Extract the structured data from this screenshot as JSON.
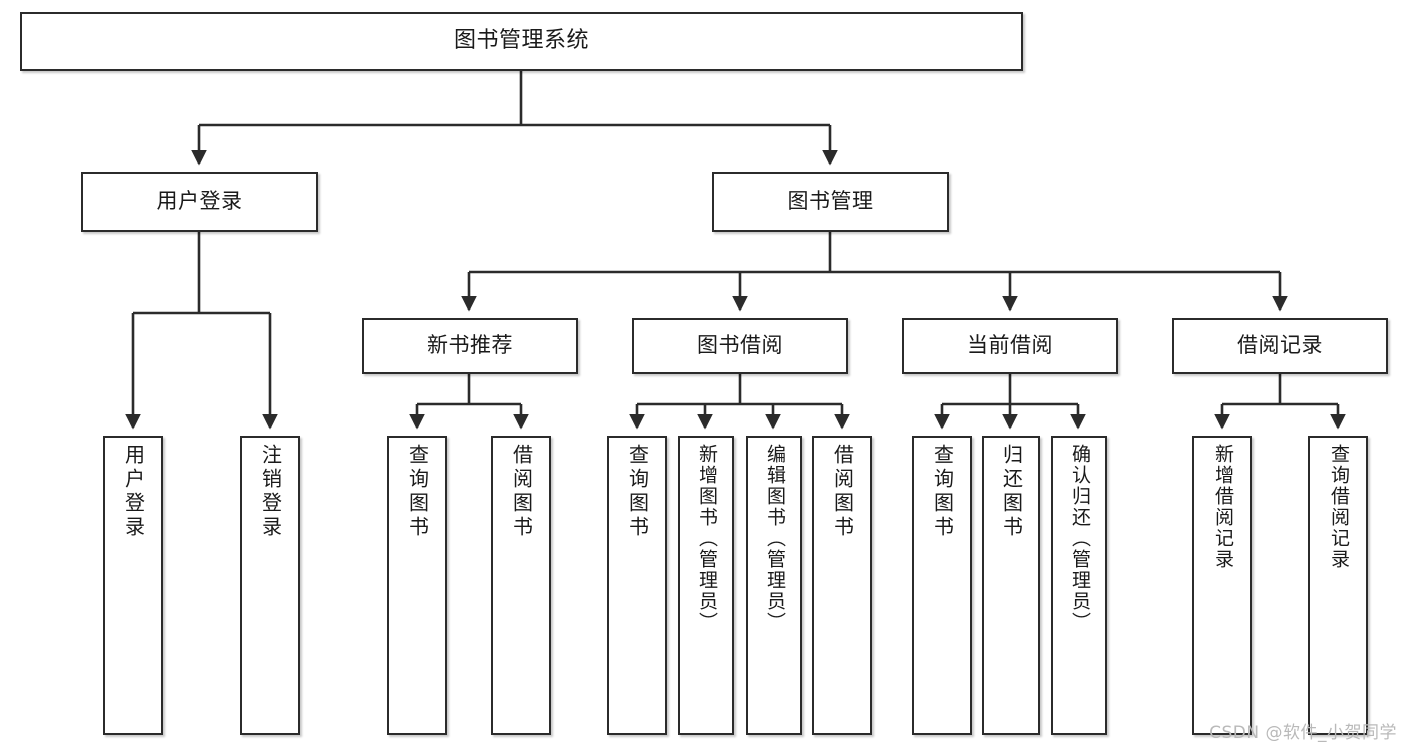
{
  "diagram": {
    "type": "tree",
    "title": "图书管理系统",
    "colors": {
      "box_border": "#2b2b2b",
      "box_fill": "#ffffff",
      "connector": "#2b2b2b",
      "text": "#1a1a1a",
      "watermark": "#b9b9b9",
      "background": "#ffffff"
    },
    "root": {
      "label": "图书管理系统"
    },
    "level2": [
      {
        "id": "user-login",
        "label": "用户登录"
      },
      {
        "id": "book-manage",
        "label": "图书管理"
      }
    ],
    "level3": [
      {
        "id": "new-book-rec",
        "label": "新书推荐"
      },
      {
        "id": "book-borrow",
        "label": "图书借阅"
      },
      {
        "id": "current-borrow",
        "label": "当前借阅"
      },
      {
        "id": "borrow-record",
        "label": "借阅记录"
      }
    ],
    "leaves": [
      {
        "id": "leaf-user-login",
        "parent": "user-login",
        "label": "用户登录"
      },
      {
        "id": "leaf-user-logout",
        "parent": "user-login",
        "label": "注销登录"
      },
      {
        "id": "leaf-query-book-1",
        "parent": "new-book-rec",
        "label": "查询图书"
      },
      {
        "id": "leaf-borrow-book-1",
        "parent": "new-book-rec",
        "label": "借阅图书"
      },
      {
        "id": "leaf-query-book-2",
        "parent": "book-borrow",
        "label": "查询图书"
      },
      {
        "id": "leaf-add-book",
        "parent": "book-borrow",
        "label": "新增图书（管理员）"
      },
      {
        "id": "leaf-edit-book",
        "parent": "book-borrow",
        "label": "编辑图书（管理员）"
      },
      {
        "id": "leaf-borrow-book-2",
        "parent": "book-borrow",
        "label": "借阅图书"
      },
      {
        "id": "leaf-query-book-3",
        "parent": "current-borrow",
        "label": "查询图书"
      },
      {
        "id": "leaf-return-book",
        "parent": "current-borrow",
        "label": "归还图书"
      },
      {
        "id": "leaf-confirm-return",
        "parent": "current-borrow",
        "label": "确认归还（管理员）"
      },
      {
        "id": "leaf-add-record",
        "parent": "borrow-record",
        "label": "新增借阅记录"
      },
      {
        "id": "leaf-query-record",
        "parent": "borrow-record",
        "label": "查询借阅记录"
      }
    ]
  },
  "watermark": {
    "text": "CSDN @软件_小贺同学"
  }
}
